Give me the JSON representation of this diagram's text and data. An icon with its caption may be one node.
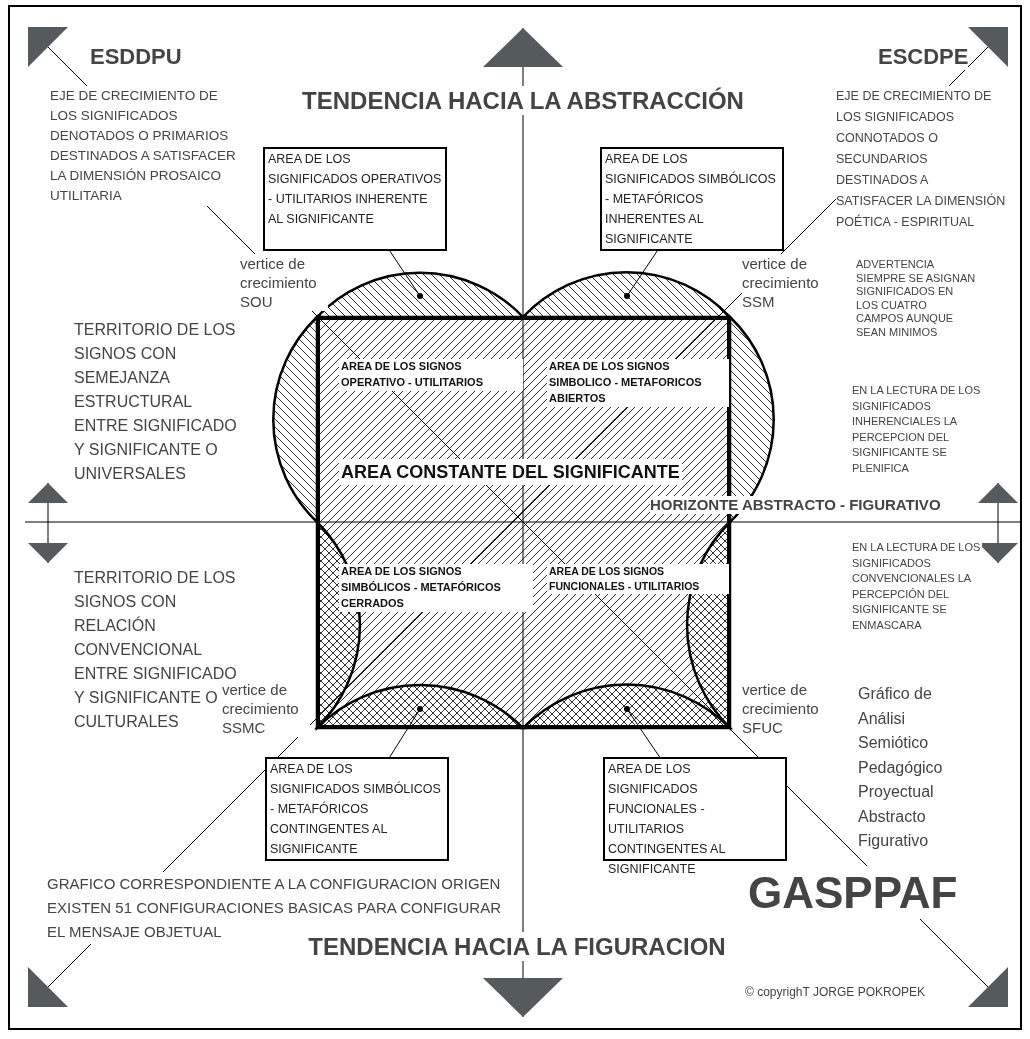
{
  "diagram": {
    "nodes": [
      {
        "text": [
          "AREA DE LOS SIGNIFICADOS OPERATIVOS - UTILITARIOS INHERENTE AL SIGNIFICANTE"
        ]
      },
      {
        "text": [
          "AREA DE LOS SIGNIFICADOS SIMBÓLICOS - METAFÓRICOS INHERENTES AL SIGNIFICANTE"
        ]
      },
      {
        "text": [],
        "shape": "segment"
      },
      {
        "text": [],
        "shape": "segment"
      },
      {
        "text": [
          "AREA DE LOS SIGNOS OPERATIVO - UTILITARIOS",
          "AREA DE LOS SIGNOS SIMBOLICO - METAFORICOS ABIERTOS",
          "AREA CONSTANTE DEL SIGNIFICANTE",
          "AREA DE LOS SIGNOS SIMBÓLICOS - METAFÓRICOS CERRADOS",
          "AREA DE LOS SIGNOS FUNCIONALES - UTILITARIOS"
        ]
      },
      {
        "text": [],
        "shape": "segment",
        "in": 4
      },
      {
        "text": [],
        "shape": "segment",
        "in": 4
      },
      {
        "text": [
          "AREA DE LOS SIGNIFICADOS SIMBÓLICOS - METAFÓRICOS CONTINGENTES AL SIGNIFICANTE"
        ]
      },
      {
        "text": [
          "AREA DE LOS SIGNIFICADOS FUNCIONALES - UTILITARIOS CONTINGENTES AL SIGNIFICANTE"
        ]
      }
    ],
    "edges": [
      {
        "from": 0,
        "to": 2,
        "arrow": "other"
      },
      {
        "from": 1,
        "to": 3,
        "arrow": "other"
      },
      {
        "from": 7,
        "to": 5,
        "arrow": "other"
      },
      {
        "from": 8,
        "to": 6,
        "arrow": "other"
      }
    ],
    "labels": [
      "ESDDPU",
      "EJE DE CRECIMIENTO DE LOS SIGNIFICADOS DENOTADOS O PRIMARIOS DESTINADOS A SATISFACER LA DIMENSIÓN PROSAICO UTILITARIA",
      "TENDENCIA HACIA LA ABSTRACCIÓN",
      "ESCDPE",
      "EJE DE CRECIMIENTO DE LOS SIGNIFICADOS CONNOTADOS O SECUNDARIOS DESTINADOS A SATISFACER LA DIMENSIÓN POÉTICA - ESPIRITUAL",
      "vertice de crecimiento SOU",
      "vertice de crecimiento SSM",
      "ADVERTENCIA SIEMPRE SE ASIGNAN SIGNIFICADOS EN LOS CUATRO CAMPOS AUNQUE SEAN MINIMOS",
      "TERRITORIO DE LOS SIGNOS CON SEMEJANZA ESTRUCTURAL ENTRE SIGNIFICADO Y SIGNIFICANTE O UNIVERSALES",
      "EN LA LECTURA DE LOS SIGNIFICADOS INHERENCIALES LA PERCEPCION DEL SIGNIFICANTE SE PLENIFICA",
      "HORIZONTE ABSTRACTO - FIGURATIVO",
      "TERRITORIO DE LOS SIGNOS CON RELACIÓN CONVENCIONAL ENTRE SIGNIFICADO Y SIGNIFICANTE O CULTURALES",
      "EN LA LECTURA DE LOS SIGNIFICADOS CONVENCIONALES LA PERCEPCIÓN DEL SIGNIFICANTE SE ENMASCARA",
      "vertice de crecimiento SSMC",
      "vertice de crecimiento SFUC",
      "Gráfico de Análisi Semiótico Pedagógico Proyectual Abstracto Figurativo",
      "GRAFICO CORRESPONDIENTE A LA CONFIGURACION ORIGEN EXISTEN 51 CONFIGURACIONES BASICAS PARA CONFIGURAR EL MENSAJE OBJETUAL",
      "GASPPAF",
      "TENDENCIA HACIA LA FIGURACION",
      "© copyrighT JORGE POKROPEK"
    ]
  }
}
